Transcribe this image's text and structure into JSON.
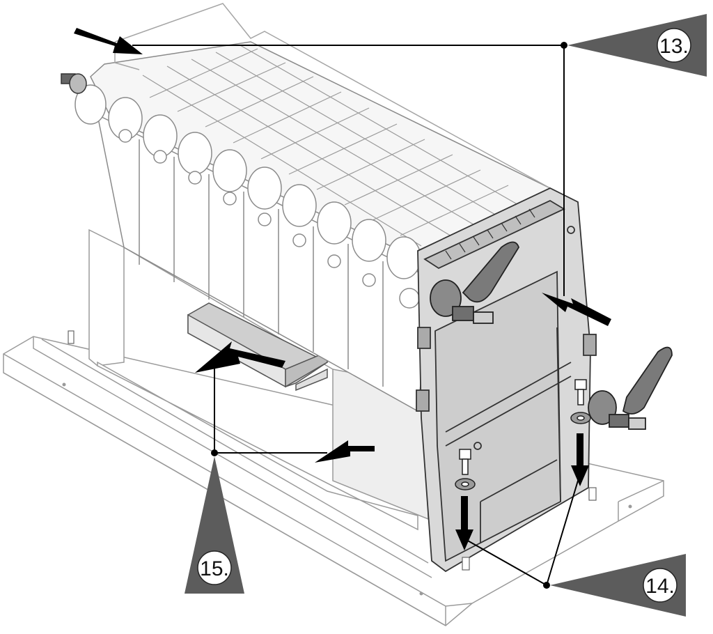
{
  "figure": {
    "callouts": [
      {
        "id": "step-13",
        "label": "13."
      },
      {
        "id": "step-14",
        "label": "14."
      },
      {
        "id": "step-15",
        "label": "15."
      }
    ]
  },
  "colors": {
    "line": "#000000",
    "light_line": "#8c8c8c",
    "part_fill": "#d9d9d9",
    "dark_grey": "#666666",
    "knob": "#7a7a7a",
    "callout_fill": "#5c5c5c",
    "circle_fill": "#ffffff"
  }
}
